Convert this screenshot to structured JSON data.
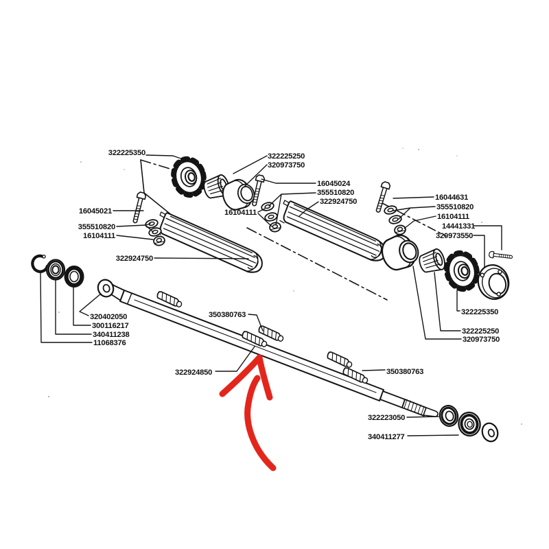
{
  "diagram": {
    "kind": "exploded-parts-diagram",
    "background": "#ffffff",
    "ink_color": "#141414",
    "arrow_color": "#e3261c"
  },
  "part_labels": {
    "sprocket_left_top": "322225350",
    "bushing_top": "322225250",
    "collar_top": "320973750",
    "bolt_mid": "16045024",
    "washers_mid": "355510820",
    "slat_right": "322924750",
    "bolt_left": "16045021",
    "washers_left": "355510820",
    "nut_left": "16104111",
    "slat_left": "322924750",
    "washers_mid_left": "16104111",
    "bolt_right": "16044631",
    "washers_right": "355510820",
    "nut_right": "16104111",
    "pin_bolt_right": "14441331",
    "flange_plug_right": "320973550",
    "sprocket_right": "322225350",
    "bushing_right": "322225250",
    "collar_right": "320973750",
    "washer_front_left": "320402050",
    "seal_front_left": "300116217",
    "bearing_front_left": "340411238",
    "snap_ring_front_left": "11068376",
    "lug_mid": "350380763",
    "shaft": "322924850",
    "lug_right": "350380763",
    "race_end": "322223050",
    "bearing_end": "340411277"
  }
}
